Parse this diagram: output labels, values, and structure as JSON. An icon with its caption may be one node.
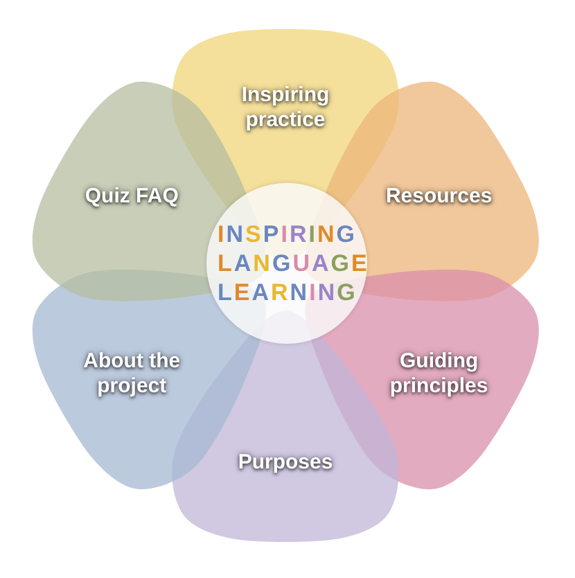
{
  "diagram": {
    "nodes": [
      {
        "text": [
          "Inspiring practice"
        ]
      },
      {
        "text": [
          "Resources"
        ]
      },
      {
        "text": [
          "Guiding principles"
        ]
      },
      {
        "text": [
          "Purposes"
        ]
      },
      {
        "text": [
          "About the project"
        ]
      },
      {
        "text": [
          "Quiz FAQ"
        ]
      },
      {
        "text": [
          "INSPIRING LANGUAGE LEARNING"
        ]
      }
    ]
  }
}
